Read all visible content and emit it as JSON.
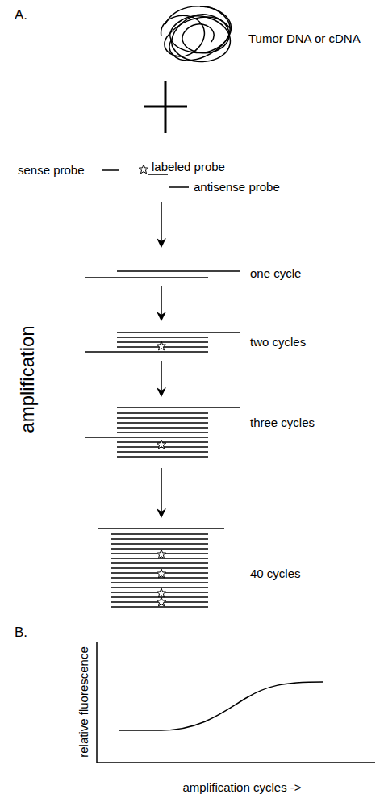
{
  "diagram": {
    "labels": [
      "A.",
      "Tumor DNA or cDNA",
      "sense probe",
      "labeled probe",
      "antisense probe",
      "amplification",
      "one cycle",
      "two cycles",
      "three cycles",
      "40 cycles",
      "B.",
      "relative fluorescence",
      "amplification cycles ->"
    ]
  }
}
